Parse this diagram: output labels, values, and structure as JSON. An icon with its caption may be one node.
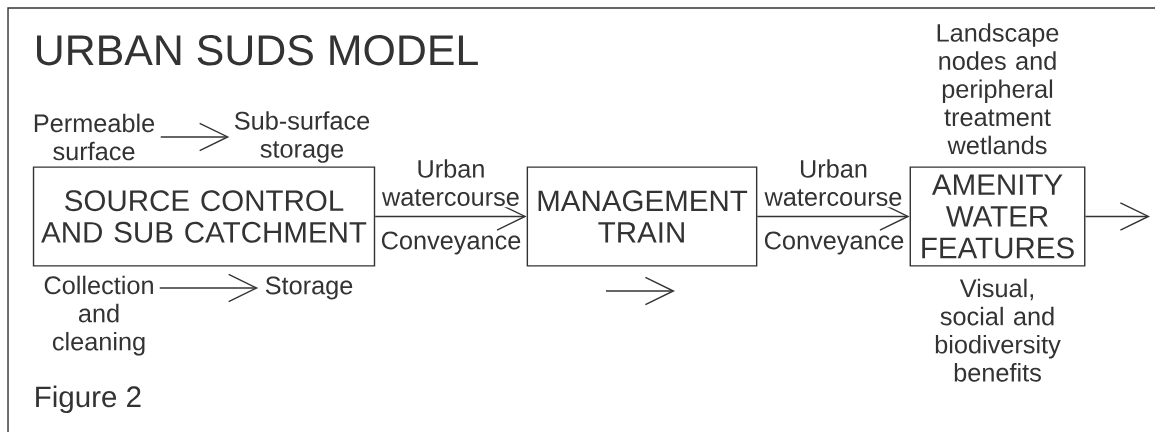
{
  "diagram": {
    "title": "URBAN SUDS MODEL",
    "caption": "Figure 2",
    "nodes": [
      {
        "text": [
          "Permeable surface"
        ]
      },
      {
        "text": [
          "Sub-surface storage"
        ]
      },
      {
        "text": [
          "SOURCE CONTROL AND SUB CATCHMENT"
        ]
      },
      {
        "text": [
          "MANAGEMENT TRAIN"
        ]
      },
      {
        "text": [
          "AMENITY WATER FEATURES"
        ],
        "beside": [
          "Landscape nodes and peripheral treatment wetlands",
          "Visual, social and biodiversity benefits"
        ]
      },
      {
        "text": [
          "Collection and cleaning"
        ]
      },
      {
        "text": [
          "Storage"
        ]
      }
    ],
    "edges": [
      {
        "from": 0,
        "to": 1,
        "arrow": "to"
      },
      {
        "from": 2,
        "to": 3,
        "arrow": "to",
        "label": "Urban watercourse"
      },
      {
        "from": 3,
        "to": 4,
        "arrow": "to",
        "label": "Urban watercourse"
      },
      {
        "from": 4,
        "to": null,
        "arrow": "to"
      },
      {
        "from": 5,
        "to": 6,
        "arrow": "to"
      }
    ],
    "labels": [
      "Conveyance",
      "Conveyance"
    ]
  }
}
